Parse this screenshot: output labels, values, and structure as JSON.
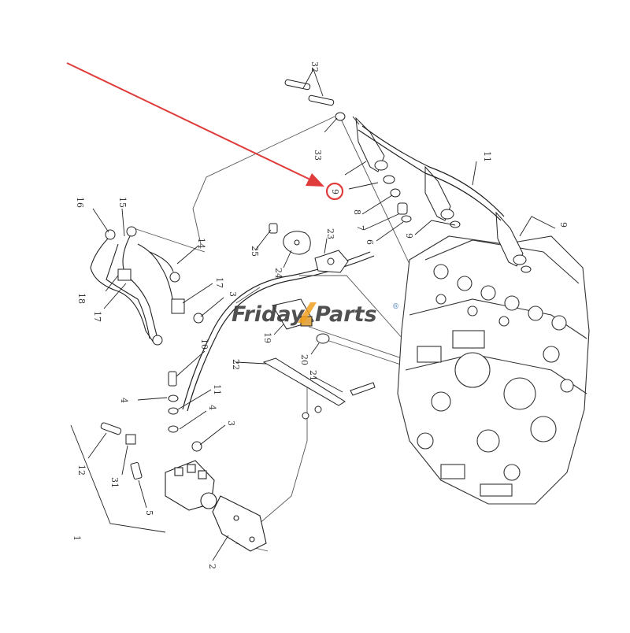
{
  "watermark": {
    "brand": "Friday",
    "suffix": "Parts",
    "reg": "®",
    "color_main": "#2f6db5",
    "color_accent": "#f0a020"
  },
  "highlight": {
    "arrow_color": "#e03c3c",
    "circled_callout": "9"
  },
  "callouts": {
    "c1": "1",
    "c2": "2",
    "c3a": "3",
    "c3b": "3",
    "c4a": "4",
    "c4b": "4",
    "c5": "5",
    "c6": "6",
    "c7": "7",
    "c8": "8",
    "c9a": "9",
    "c9b": "9",
    "c9c": "9",
    "c10": "10",
    "c11a": "11",
    "c11b": "11",
    "c12": "12",
    "c14": "14",
    "c15": "15",
    "c16": "16",
    "c17a": "17",
    "c17b": "17",
    "c18": "18",
    "c19": "19",
    "c20": "20",
    "c21": "21",
    "c22": "22",
    "c23": "23",
    "c24": "24",
    "c25": "25",
    "c31": "31",
    "c32": "32",
    "c33": "33"
  }
}
